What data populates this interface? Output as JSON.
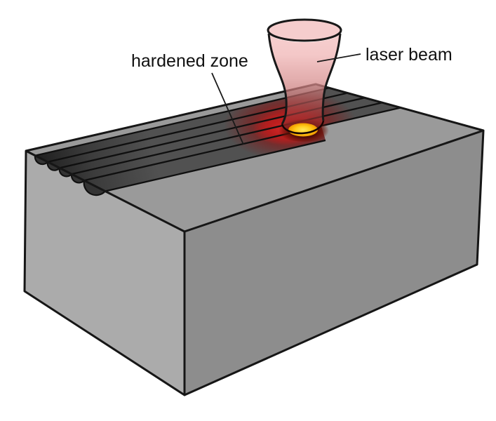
{
  "figure": {
    "title": "Laser hardening process diagram",
    "labels": {
      "hardened_zone": "hardened zone",
      "laser_beam": "laser beam"
    },
    "colors": {
      "background": "#ffffff",
      "outline": "#161616",
      "top_face": "#9a9a9a",
      "left_face": "#ababab",
      "right_face": "#8d8d8d",
      "track_dark": "#505050",
      "track_end_dark": "#1f1f1f",
      "beam_pink": "#f5cdcd",
      "beam_red": "#801d1d",
      "glow_red": "#cf2222",
      "spot_yellow": "#ffce1f",
      "spot_rim_orange": "#e08a00"
    }
  }
}
